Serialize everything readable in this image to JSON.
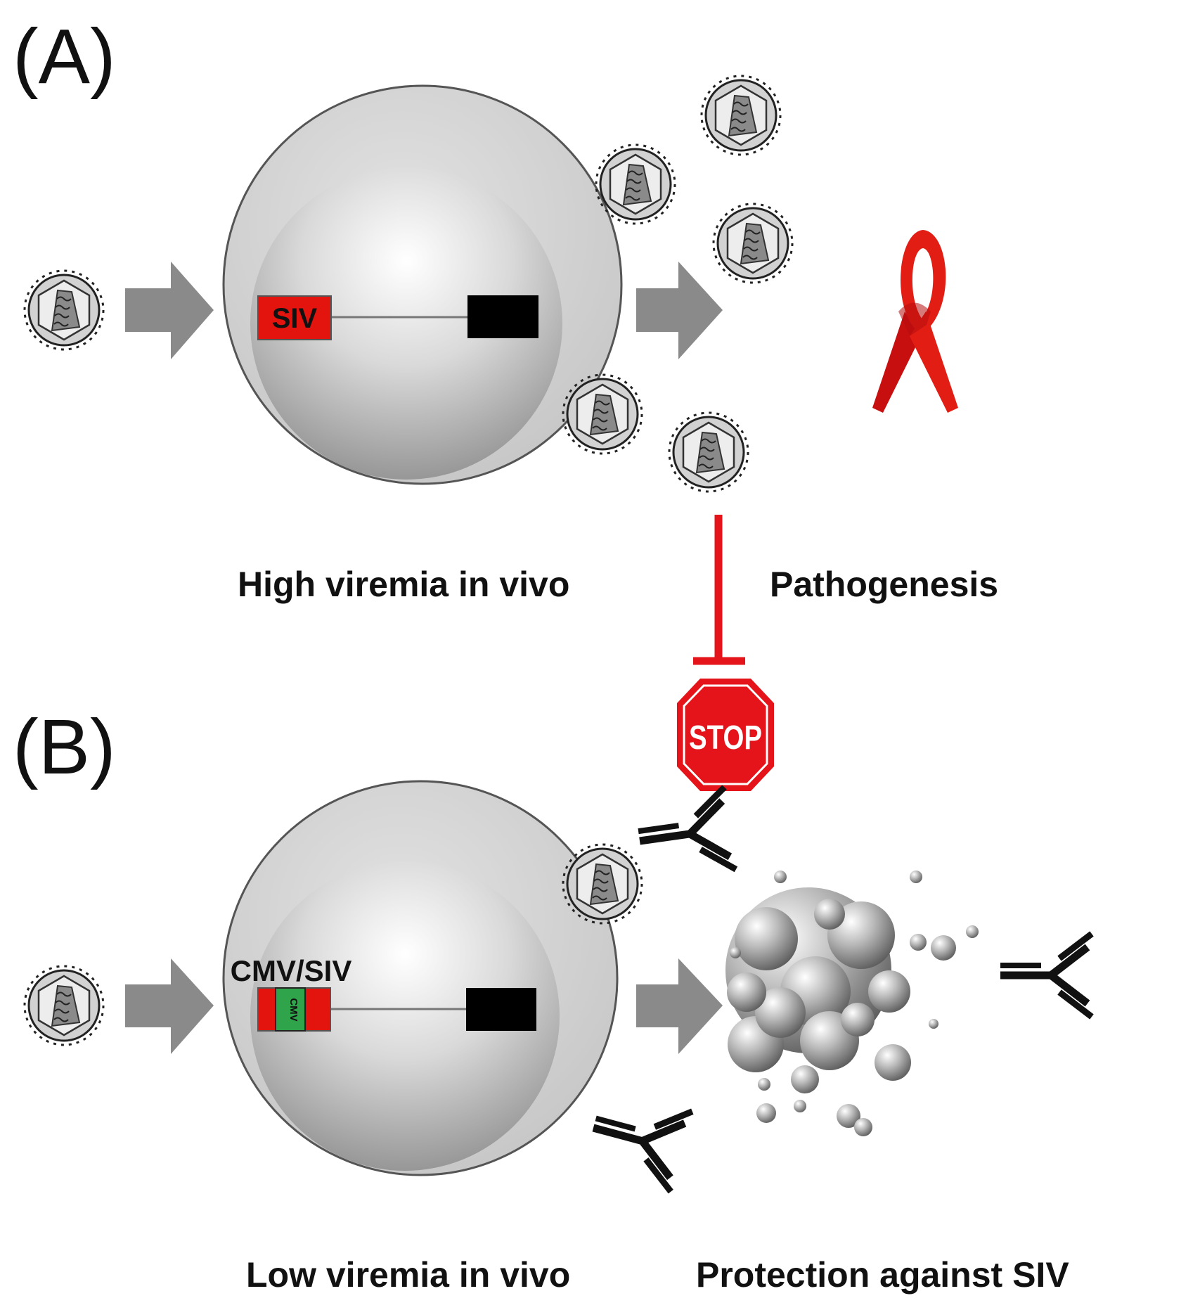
{
  "panels": {
    "a": {
      "label": "(A)",
      "gene_label": "SIV",
      "caption_left": "High viremia in vivo",
      "caption_right": "Pathogenesis"
    },
    "b": {
      "label": "(B)",
      "gene_label": "CMV/SIV",
      "insert_label": "CMV",
      "caption_left": "Low viremia in vivo",
      "caption_right": "Protection against SIV"
    }
  },
  "stop_sign": {
    "text": "STOP"
  },
  "colors": {
    "siv_red": "#e3130e",
    "cmv_green": "#2fa44a",
    "ribbon_red": "#e31e12",
    "stop_red": "#e5141a",
    "arrow_gray": "#8a8a8a",
    "cell_gray": "#cfcfcf"
  },
  "icons": [
    "virion-icon",
    "aids-ribbon-icon",
    "stop-sign-icon",
    "antibody-icon",
    "debris-icon",
    "arrow-icon"
  ]
}
